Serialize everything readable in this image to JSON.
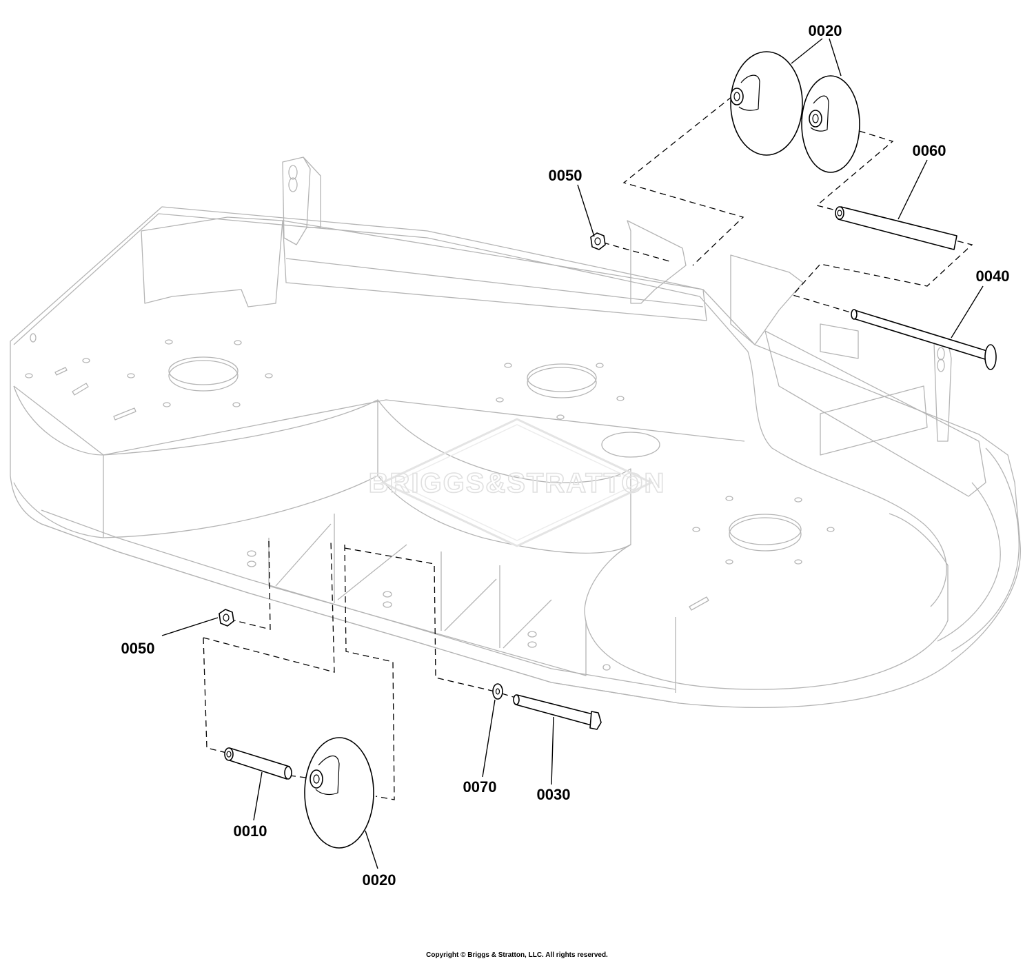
{
  "watermark": {
    "logo_text": "BRIGGS&STRATTON"
  },
  "callouts": {
    "part_0020_top": "0020",
    "part_0060": "0060",
    "part_0050_top": "0050",
    "part_0040": "0040",
    "part_0050_bottom": "0050",
    "part_0070": "0070",
    "part_0030": "0030",
    "part_0010": "0010",
    "part_0020_bottom": "0020"
  },
  "footer": {
    "copyright": "Copyright © Briggs & Stratton, LLC. All rights reserved."
  }
}
